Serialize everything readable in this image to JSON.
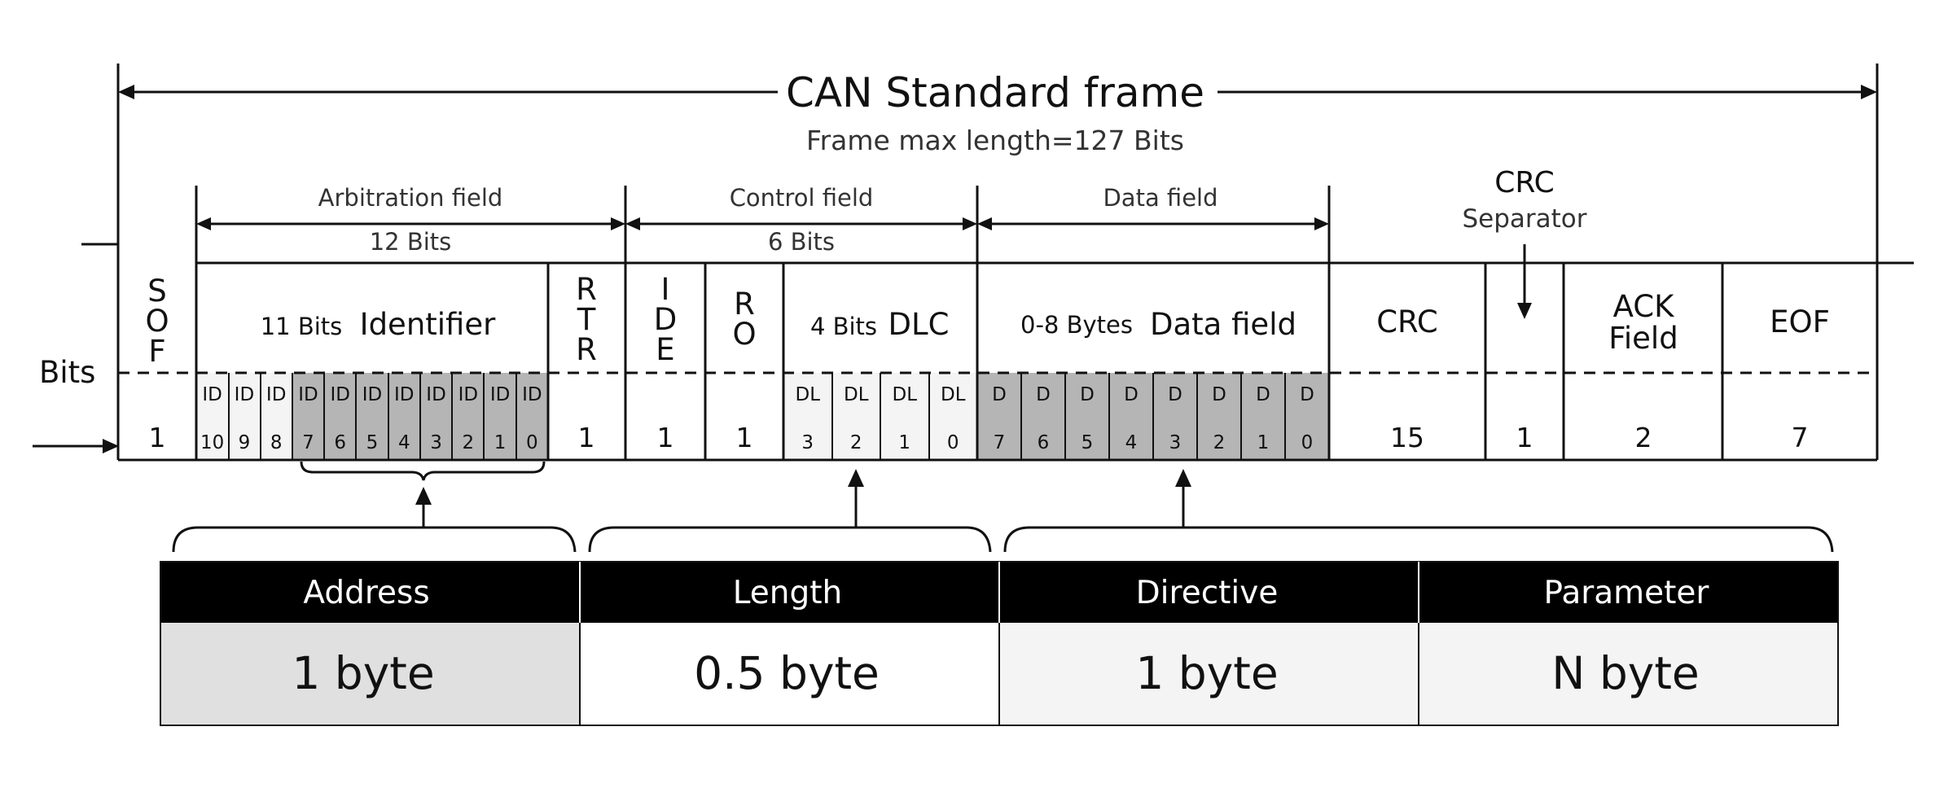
{
  "title": "CAN Standard frame",
  "subtitle": "Frame max length=127 Bits",
  "y_label": "Bits",
  "groups": [
    {
      "name": "Arbitration field",
      "bits": "12 Bits"
    },
    {
      "name": "Control field",
      "bits": "6 Bits"
    },
    {
      "name": "Data field",
      "bits": ""
    }
  ],
  "crc_separator": {
    "line1": "CRC",
    "line2": "Separator"
  },
  "fields": [
    {
      "id": "sof",
      "letters": [
        "S",
        "O",
        "F"
      ],
      "bits": "1"
    },
    {
      "id": "identifier",
      "prefix": "11 Bits",
      "label": "Identifier",
      "sub_labels": [
        "ID",
        "ID",
        "ID",
        "ID",
        "ID",
        "ID",
        "ID",
        "ID",
        "ID",
        "ID",
        "ID"
      ],
      "sub_nums": [
        "10",
        "9",
        "8",
        "7",
        "6",
        "5",
        "4",
        "3",
        "2",
        "1",
        "0"
      ]
    },
    {
      "id": "rtr",
      "letters": [
        "R",
        "T",
        "R"
      ],
      "bits": "1"
    },
    {
      "id": "ide",
      "letters": [
        "I",
        "D",
        "E"
      ],
      "bits": "1"
    },
    {
      "id": "r0",
      "letters": [
        "R",
        "O"
      ],
      "bits": "1"
    },
    {
      "id": "dlc",
      "prefix": "4 Bits",
      "label": "DLC",
      "sub_labels": [
        "DL",
        "DL",
        "DL",
        "DL"
      ],
      "sub_nums": [
        "3",
        "2",
        "1",
        "0"
      ]
    },
    {
      "id": "data",
      "prefix": "0-8 Bytes",
      "label": "Data field",
      "sub_labels": [
        "D",
        "D",
        "D",
        "D",
        "D",
        "D",
        "D",
        "D"
      ],
      "sub_nums": [
        "7",
        "6",
        "5",
        "4",
        "3",
        "2",
        "1",
        "0"
      ]
    },
    {
      "id": "crc",
      "label": "CRC",
      "bits": "15"
    },
    {
      "id": "crc-delim",
      "bits": "1"
    },
    {
      "id": "ack",
      "label_lines": [
        "ACK",
        "Field"
      ],
      "bits": "2"
    },
    {
      "id": "eof",
      "label": "EOF",
      "bits": "7"
    }
  ],
  "table": {
    "headers": [
      "Address",
      "Length",
      "Directive",
      "Parameter"
    ],
    "values": [
      "1 byte",
      "0.5 byte",
      "1 byte",
      "N byte"
    ]
  },
  "colors": {
    "shaded_bit": "#b5b5b5",
    "light_bit": "#f3f4f3",
    "table_header": "#000000",
    "table_gray": "#dfe0df"
  }
}
